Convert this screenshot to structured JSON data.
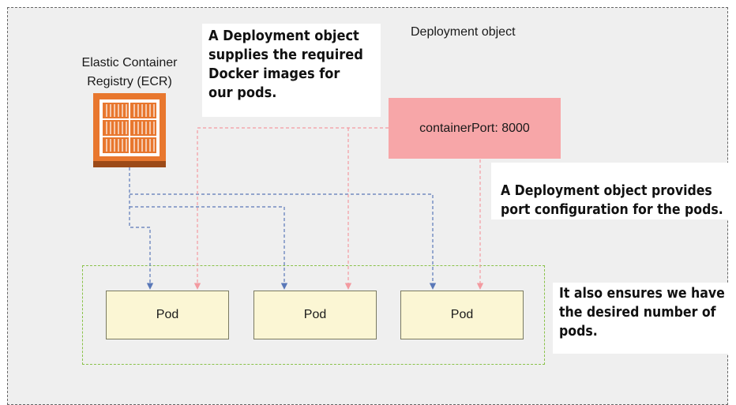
{
  "diagram": {
    "container_label": "Deployment object",
    "registry": {
      "label_line1": "Elastic Container",
      "label_line2": "Registry (ECR)",
      "icon": "ecr-icon"
    },
    "port_config": {
      "label": "containerPort: 8000"
    },
    "callouts": {
      "images": [
        "A Deployment object",
        "supplies the required",
        "Docker images for",
        "our pods."
      ],
      "ports": [
        "A Deployment object provides",
        "port configuration for the pods."
      ],
      "count": [
        "It also ensures we have",
        "the desired number of",
        "pods."
      ]
    },
    "pods": [
      "Pod",
      "Pod",
      "Pod"
    ],
    "colors": {
      "image_arrows": "#5a78b8",
      "port_arrows": "#f39aa0",
      "pod_fill": "#fbf6d4",
      "port_fill": "#f7a6a8",
      "group_border": "#8ac24a",
      "ecr_orange": "#e8772e"
    }
  }
}
